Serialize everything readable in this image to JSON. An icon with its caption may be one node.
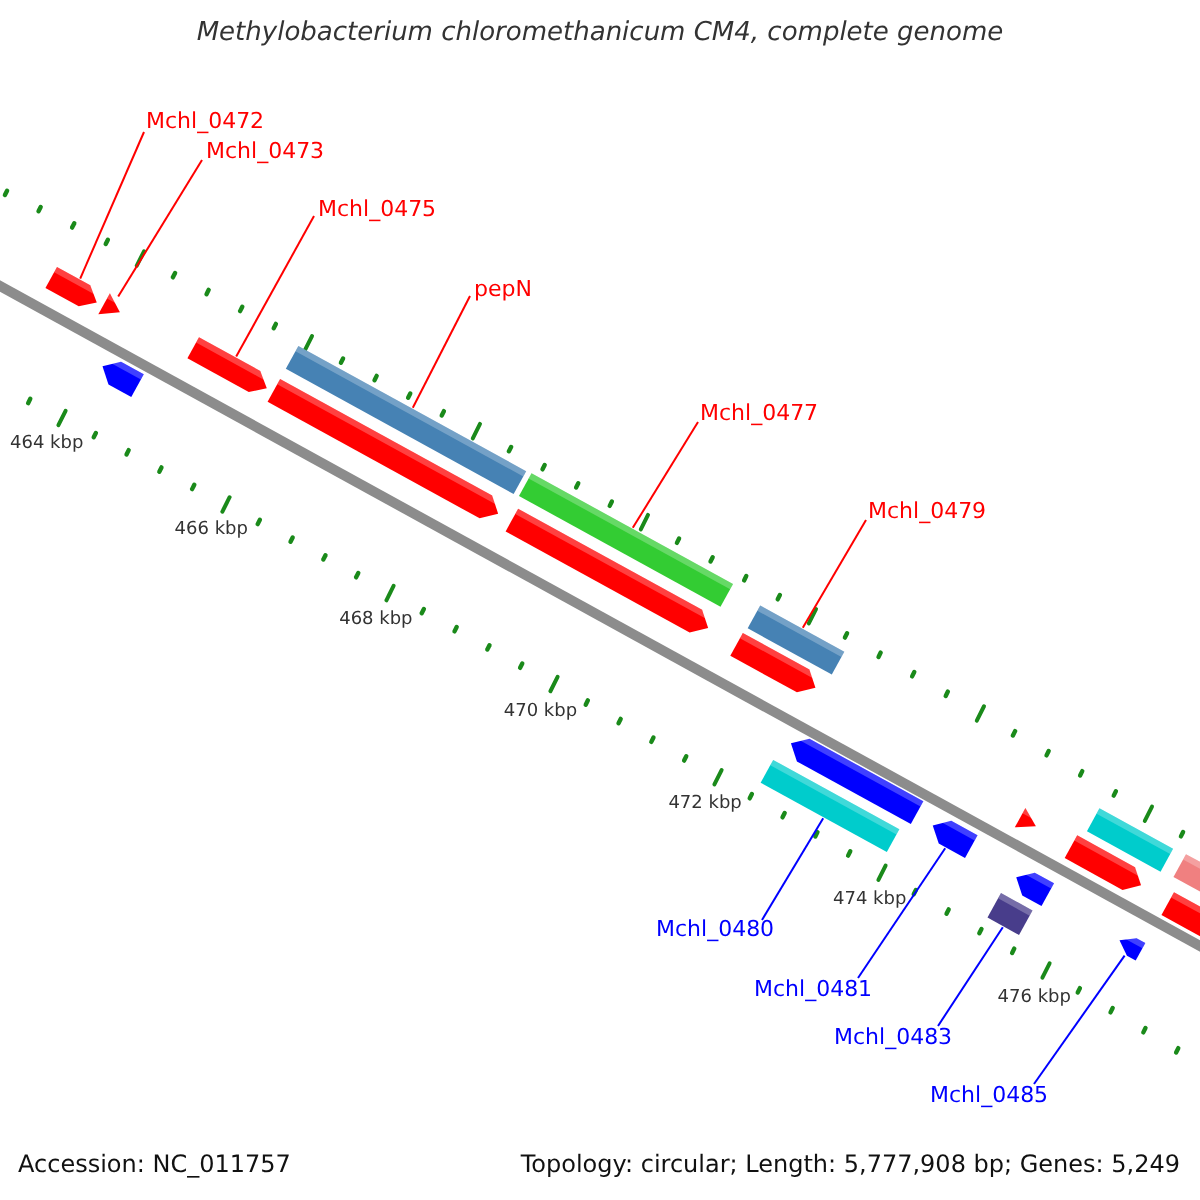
{
  "diagram": {
    "title": "Methylobacterium chloromethanicum CM4, complete genome",
    "nodes": [
      {
        "text": [
          "Mchl_0472"
        ]
      },
      {
        "text": [
          "Mchl_0473"
        ]
      },
      {
        "text": [
          "Mchl_0475"
        ]
      },
      {
        "text": [
          "pepN"
        ]
      },
      {
        "text": [
          "Mchl_0477"
        ]
      },
      {
        "text": [
          "Mchl_0479"
        ]
      },
      {
        "text": [
          "Mchl_0480"
        ]
      },
      {
        "text": [
          "Mchl_0481"
        ]
      },
      {
        "text": [
          "Mchl_0483"
        ]
      },
      {
        "text": [
          "Mchl_0485"
        ]
      },
      {
        "text": [],
        "shape": "arrow"
      },
      {
        "text": [],
        "shape": "triangle"
      },
      {
        "text": [],
        "shape": "arrow"
      },
      {
        "text": [],
        "shape": "arrow"
      },
      {
        "text": [],
        "shape": "arrow"
      },
      {
        "text": [],
        "shape": "bar"
      },
      {
        "text": [],
        "shape": "arrow"
      },
      {
        "text": [],
        "shape": "bar"
      },
      {
        "text": [],
        "shape": "arrow"
      },
      {
        "text": [],
        "shape": "bar"
      },
      {
        "text": [],
        "shape": "bar"
      },
      {
        "text": [],
        "shape": "arrow"
      },
      {
        "text": [],
        "shape": "arrow"
      },
      {
        "text": [],
        "shape": "box"
      },
      {
        "text": [],
        "shape": "triangle"
      },
      {
        "text": [],
        "shape": "arrow"
      },
      {
        "text": [],
        "shape": "arrow"
      },
      {
        "text": [],
        "shape": "bar"
      },
      {
        "text": [],
        "shape": "arrow"
      },
      {
        "text": [],
        "shape": "arrow"
      },
      {
        "text": [],
        "shape": "bar"
      }
    ],
    "edges": [
      {
        "from": 0,
        "to": 10,
        "arrow": "none"
      },
      {
        "from": 1,
        "to": 11,
        "arrow": "none"
      },
      {
        "from": 2,
        "to": 13,
        "arrow": "none"
      },
      {
        "from": 3,
        "to": 15,
        "arrow": "none"
      },
      {
        "from": 4,
        "to": 17,
        "arrow": "none"
      },
      {
        "from": 5,
        "to": 19,
        "arrow": "none"
      },
      {
        "from": 6,
        "to": 20,
        "arrow": "none",
        "color": "#0000ff"
      },
      {
        "from": 7,
        "to": 22,
        "arrow": "none",
        "color": "#0000ff"
      },
      {
        "from": 8,
        "to": 23,
        "arrow": "none",
        "color": "#0000ff"
      },
      {
        "from": 9,
        "to": 28,
        "arrow": "none",
        "color": "#0000ff"
      }
    ],
    "labels": [
      "464 kbp",
      "466 kbp",
      "468 kbp",
      "470 kbp",
      "472 kbp",
      "474 kbp",
      "476 kbp",
      "Accession: NC_011757",
      "Topology: circular; Length: 5,777,908 bp; Genes: 5,249"
    ]
  }
}
